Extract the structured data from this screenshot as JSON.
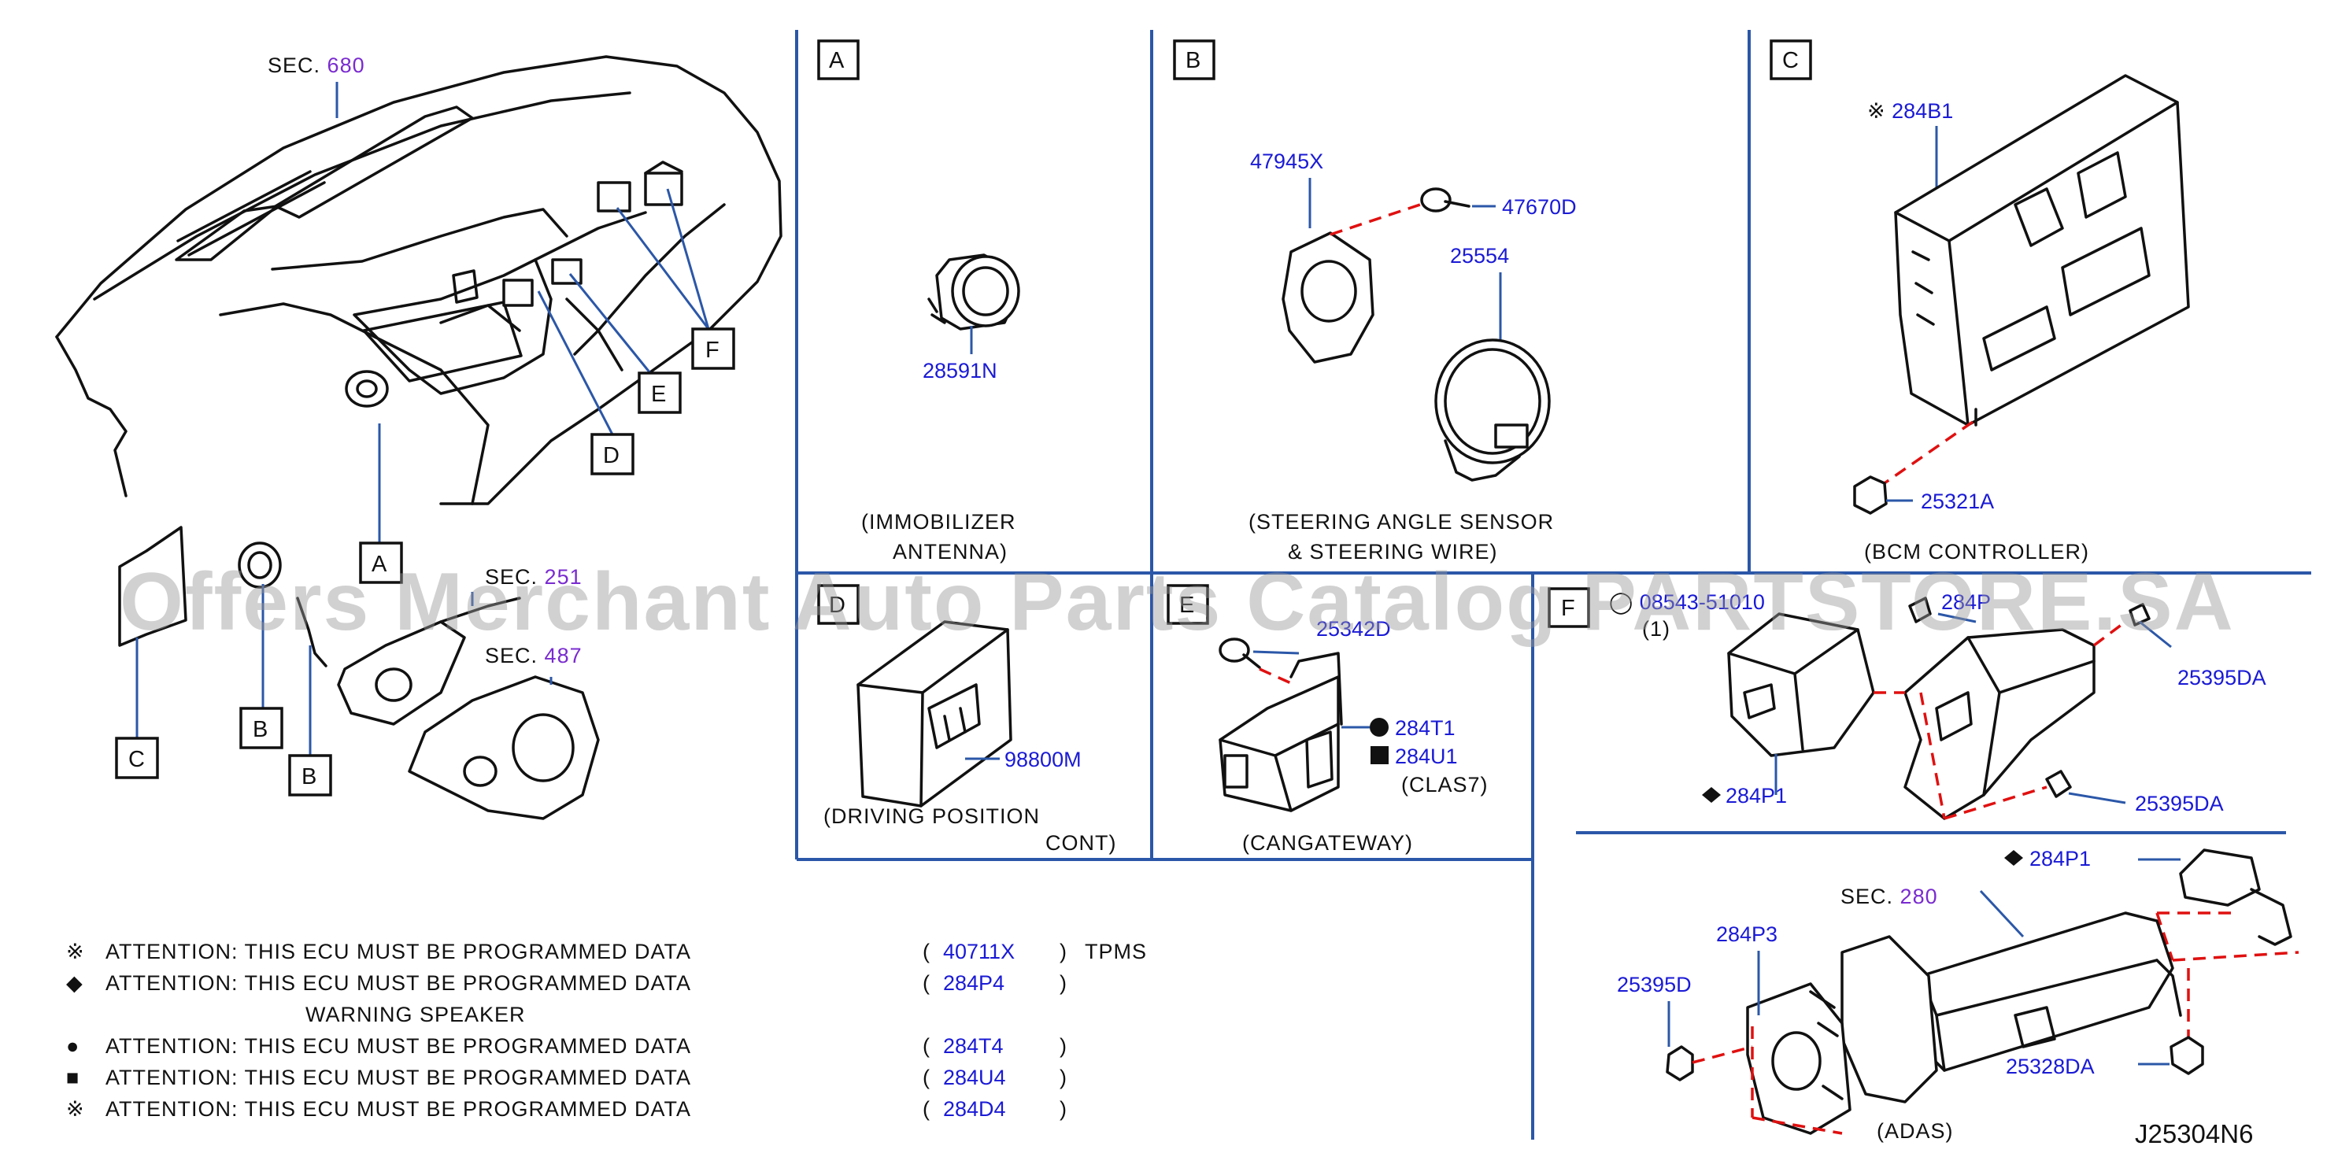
{
  "watermark": "Offers Merchant Auto Parts Catalog PARTSTORE.SA",
  "drawing_code": "J25304N6",
  "overview": {
    "sec_label": "SEC.",
    "sec_refs": [
      "680",
      "251",
      "487"
    ],
    "callouts": [
      "A",
      "B",
      "B",
      "C",
      "D",
      "E",
      "F"
    ]
  },
  "panels": {
    "A": {
      "letter": "A",
      "parts": [
        "28591N"
      ],
      "caption_1": "(IMMOBILIZER",
      "caption_2": "ANTENNA)"
    },
    "B": {
      "letter": "B",
      "parts": [
        "47945X",
        "47670D",
        "25554"
      ],
      "caption_1": "(STEERING   ANGLE   SENSOR",
      "caption_2": "&   STEERING   WIRE)"
    },
    "C": {
      "letter": "C",
      "marker": "※",
      "parts": [
        "284B1",
        "25321A"
      ],
      "caption": "(BCM   CONTROLLER)"
    },
    "D": {
      "letter": "D",
      "parts": [
        "98800M"
      ],
      "caption_1": "(DRIVING   POSITION",
      "caption_2": "CONT)"
    },
    "E": {
      "letter": "E",
      "parts": [
        "25342D",
        "284T1",
        "284U1"
      ],
      "note": "(CLAS7)",
      "caption": "(CANGATEWAY)"
    },
    "F": {
      "letter": "F",
      "parts": [
        "08543-51010",
        "(1)",
        "284P",
        "25395DA",
        "25395DA",
        "284P1"
      ]
    },
    "ADAS": {
      "sec_label": "SEC.",
      "sec_ref": "280",
      "parts": [
        "284P1",
        "284P3",
        "25395D",
        "25328DA"
      ],
      "caption": "(ADAS)"
    }
  },
  "attention": {
    "text": "ATTENTION:   THIS   ECU   MUST   BE   PROGRAMMED   DATA",
    "rows": [
      {
        "symbol": "※",
        "code": "40711X",
        "suffix": "TPMS",
        "extra": ""
      },
      {
        "symbol": "◆",
        "code": "284P4",
        "suffix": "",
        "extra": "WARNING   SPEAKER"
      },
      {
        "symbol": "●",
        "code": "284T4",
        "suffix": "",
        "extra": ""
      },
      {
        "symbol": "■",
        "code": "284U4",
        "suffix": "",
        "extra": ""
      },
      {
        "symbol": "※",
        "code": "284D4",
        "suffix": "",
        "extra": ""
      }
    ]
  },
  "symbols": {
    "diamond": "◆",
    "circle": "●",
    "square": "■"
  },
  "colors": {
    "grid": "#2b57a8",
    "part_number": "#1a1ad6",
    "sec_number": "#7a2bd0",
    "dashed_link": "#e01010"
  }
}
